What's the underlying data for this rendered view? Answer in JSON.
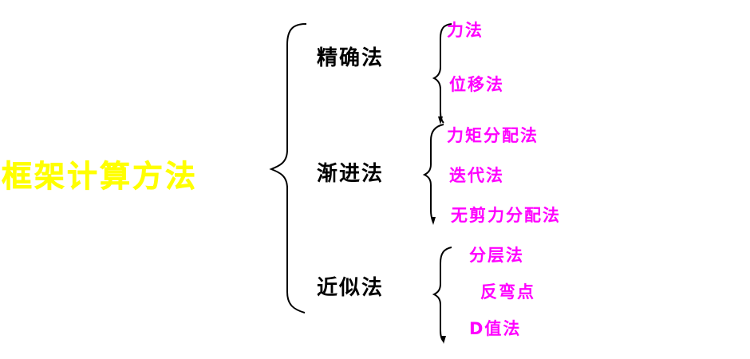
{
  "colors": {
    "root": "#ffff00",
    "category": "#000000",
    "leaf": "#ff00ff",
    "brace": "#000000"
  },
  "root": {
    "label": "框架计算方法"
  },
  "categories": [
    {
      "label": "精确法",
      "methods": [
        "力法",
        "位移法"
      ]
    },
    {
      "label": "渐进法",
      "methods": [
        "力矩分配法",
        "迭代法",
        "无剪力分配法"
      ]
    },
    {
      "label": "近似法",
      "methods": [
        "分层法",
        "反弯点",
        "D值法"
      ]
    }
  ]
}
